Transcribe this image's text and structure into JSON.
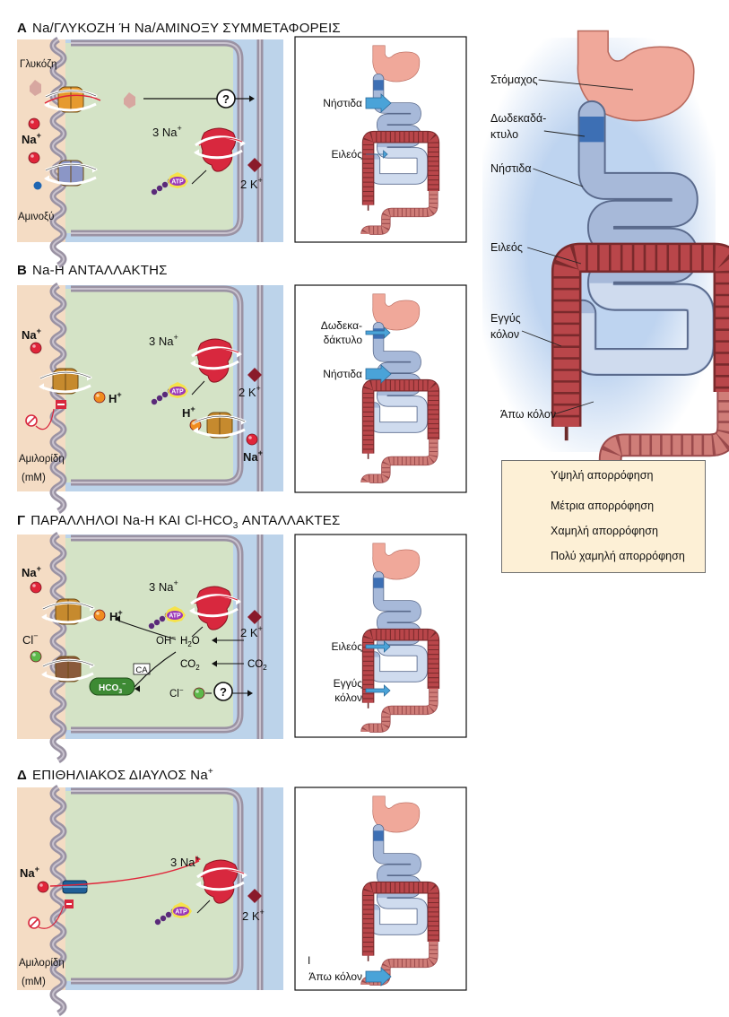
{
  "panels": [
    {
      "letter": "Α",
      "title": "Na/ΓΛΥΚΟΖΗ Ή Na/ΑΜΙΝΟΞΥ ΣΥΜΜΕΤΑΦΟΡΕΙΣ",
      "cell_labels": {
        "glucose": "Γλυκόζη",
        "na": "Na",
        "amino": "Αμινοξύ",
        "na3": "3 Na",
        "k2": "2 K",
        "unknown": "?",
        "atp": "ATP"
      },
      "gut_arrows": [
        {
          "label": "Νήστιδα",
          "level": "high"
        },
        {
          "label": "Ειλεός",
          "level": "low"
        }
      ]
    },
    {
      "letter": "Β",
      "title": "Na-H ΑΝΤΑΛΛΑΚΤΗΣ",
      "cell_labels": {
        "na": "Na",
        "h": "H",
        "na3": "3 Na",
        "k2": "2 K",
        "h2": "H",
        "na_out": "Na",
        "amiloride": "Αμιλορίδη",
        "mm": "(mM)",
        "atp": "ATP"
      },
      "gut_arrows": [
        {
          "label": "Δωδεκα-",
          "label2": "δάκτυλο",
          "level": "moderate"
        },
        {
          "label": "Νήστιδα",
          "level": "high"
        }
      ]
    },
    {
      "letter": "Γ",
      "title_main": "ΠΑΡΑΛΛΗΛΟΙ Na-H ΚΑΙ Cl-HCO",
      "title_sub": "3",
      "title_end": " ΑΝΤΑΛΛΑΚΤΕΣ",
      "cell_labels": {
        "na": "Na",
        "h": "H",
        "na3": "3 Na",
        "k2": "2 K",
        "cl": "Cl",
        "h2o": "H",
        "h2o_sub": "2",
        "h2o_o": "O",
        "oh": "OH",
        "co2": "CO",
        "co2_sub": "2",
        "co2b": "CO",
        "ca": "CA",
        "hco3": "HCO",
        "cl2": "Cl",
        "unknown": "?",
        "atp": "ATP"
      },
      "gut_arrows": [
        {
          "label": "Ειλεός",
          "level": "moderate"
        },
        {
          "label": "Εγγύς",
          "label2": "κόλον",
          "level": "moderate"
        }
      ]
    },
    {
      "letter": "Δ",
      "title": "ΕΠΙΘΗΛΙΑΚΟΣ ΔΙΑΥΛΟΣ Na",
      "cell_labels": {
        "na": "Na",
        "na3": "3 Na",
        "k2": "2 K",
        "amiloride": "Αμιλορίδη",
        "mm": "(mM)",
        "atp": "ATP"
      },
      "gut_arrows": [
        {
          "label": "Άπω κόλον",
          "level": "high",
          "tick": "I"
        }
      ]
    }
  ],
  "anatomy_labels": {
    "stomach": "Στόμαχος",
    "duodenum1": "Δωδεκαδά-",
    "duodenum2": "κτυλο",
    "jejunum": "Νήστιδα",
    "ileum": "Ειλεός",
    "proximal1": "Εγγύς",
    "proximal2": "κόλον",
    "distal": "Άπω κόλον"
  },
  "legend": [
    {
      "label": "Υψηλή απορρόφηση",
      "level": "high"
    },
    {
      "label": "Μέτρια απορρόφηση",
      "level": "moderate"
    },
    {
      "label": "Χαμηλή απορρόφηση",
      "level": "low"
    },
    {
      "label": "Πολύ χαμηλή απορρόφηση",
      "level": "very-low"
    }
  ],
  "colors": {
    "lumen": "#f4dcc4",
    "cytoplasm": "#d4e3c6",
    "blood": "#bcd3ea",
    "membrane": "#9a92a3",
    "na": "#e0253a",
    "pump": "#d8283e",
    "arrow": "#4aa3d8",
    "stomach": "#f0a89a",
    "colon": "#b9464a",
    "small_intestine": "#a7b9d9"
  }
}
